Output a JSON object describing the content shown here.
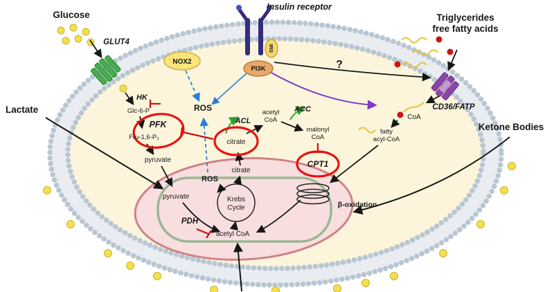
{
  "figure": {
    "kind": "cell-metabolism-signaling-diagram"
  },
  "labels": {
    "insulin_receptor": "Insulin receptor",
    "glucose": "Glucose",
    "glut4": "GLUT4",
    "nox2": "NOX2",
    "irs": "IRS",
    "pi3k": "PI3K",
    "triglycerides_1": "Triglycerides",
    "triglycerides_2": "free fatty acids",
    "cd36_fatp": "CD36/FATP",
    "question_mark": "?",
    "lactate": "Lactate",
    "hk": "HK",
    "glc_6_p": "Glc-6-P",
    "pfk": "PFK",
    "fru_16_p2": "Fru-1,6-P₂",
    "pyruvate_cytosol": "pyruvate",
    "ros_cytosol": "ROS",
    "ros_mito": "ROS",
    "acl": "ACL",
    "citrate_cytosol": "citrate",
    "acetyl_coa_cytosol_1": "acetyl",
    "acetyl_coa_cytosol_2": "CoA",
    "acc": "ACC",
    "malonyl_coa_1": "malonyl",
    "malonyl_coa_2": "CoA",
    "fatty_acyl_coa_1": "fatty",
    "fatty_acyl_coa_2": "acyl-CoA",
    "coa": "CoA",
    "cpt1": "CPT1",
    "ketone_bodies": "Ketone Bodies",
    "pyruvate_mito": "pyruvate",
    "citrate_mito": "citrate",
    "krebs_1": "Krebs",
    "krebs_2": "Cycle",
    "acetyl_coa_mito": "acetyl CoA",
    "pdh": "PDH",
    "beta_oxidation": "β-oxidation"
  },
  "colors": {
    "cytosol": "#fcf5dc",
    "membrane_bead": "#b9c6d2",
    "membrane_band": "#e9edf2",
    "mitochondria_fill": "#f8dede",
    "mitochondria_outer": "#cf8288",
    "mitochondria_inner_membrane": "#9cb694",
    "highlight_circle": "#e81210",
    "inhibition": "#cc1111",
    "ros_arrow": "#2a7fd4",
    "activation": "#2fa12f",
    "signal_purple": "#7d3cc8",
    "glucose_dot": "#f4e04a",
    "fatty_acid_chain": "#e3c23c",
    "fatty_acid_head": "#cc1414",
    "receptor_navy": "#332d7a",
    "glut4_green": "#46ae4e",
    "cd36_purple": "#8e44ad",
    "nox2_fill": "#f9e47c",
    "pi3k_fill": "#e9a96a",
    "irs_fill": "#f3d86e"
  }
}
